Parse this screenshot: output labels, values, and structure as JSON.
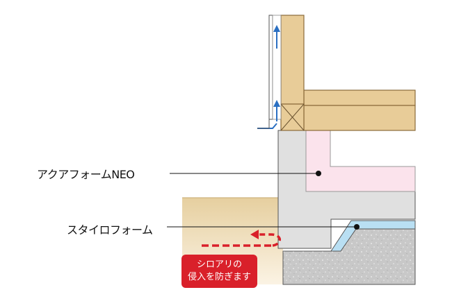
{
  "labels": {
    "aqua_foam": "アクアフォームNEO",
    "stylo_foam": "スタイロフォーム"
  },
  "badge": {
    "line1": "シロアリの",
    "line2": "侵入を防ぎます"
  },
  "colors": {
    "wood": "#e8cc98",
    "wood_stroke": "#8a6a3a",
    "concrete": "#dedede",
    "aqua_foam": "#fbe3ec",
    "stylo_foam": "#b9dff3",
    "gravel": "#c9c9c9",
    "soil": "#ead7b0",
    "arrow_red": "#d9202a",
    "airflow_blue": "#2a6fc2"
  }
}
